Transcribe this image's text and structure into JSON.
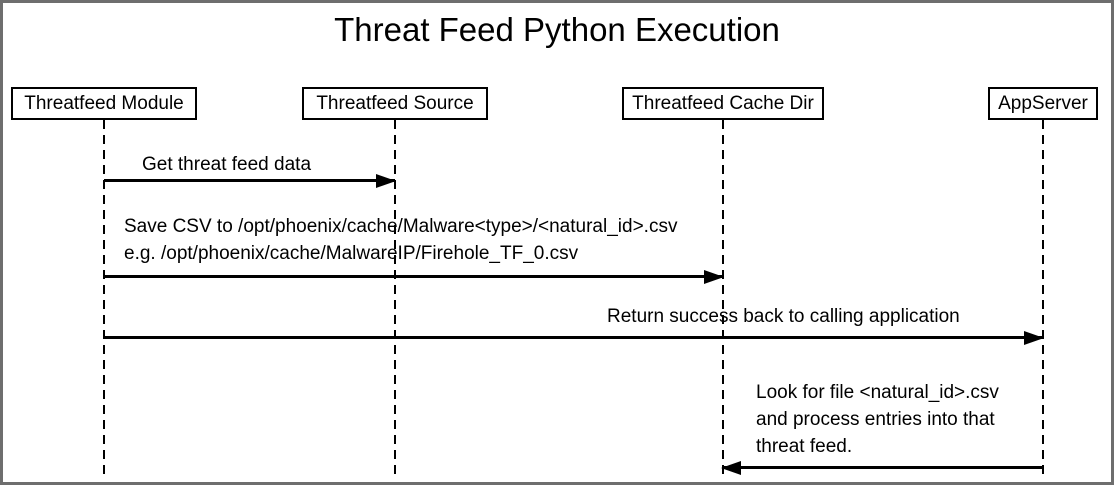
{
  "title": "Threat Feed Python Execution",
  "colors": {
    "frame_border": "#6e6e6e",
    "ink": "#000000",
    "background": "#ffffff"
  },
  "actors": [
    {
      "label": "Threatfeed Module"
    },
    {
      "label": "Threatfeed Source"
    },
    {
      "label": "Threatfeed Cache Dir"
    },
    {
      "label": "AppServer"
    }
  ],
  "messages": [
    {
      "from": "Threatfeed Module",
      "to": "Threatfeed Source",
      "direction": "right",
      "lines": [
        "Get threat feed data"
      ]
    },
    {
      "from": "Threatfeed Module",
      "to": "Threatfeed Cache Dir",
      "direction": "right",
      "lines": [
        "Save CSV to /opt/phoenix/cache/Malware<type>/<natural_id>.csv",
        "e.g. /opt/phoenix/cache/MalwareIP/Firehole_TF_0.csv"
      ]
    },
    {
      "from": "Threatfeed Module",
      "to": "AppServer",
      "direction": "right",
      "lines": [
        "Return success back to calling application"
      ]
    },
    {
      "from": "AppServer",
      "to": "Threatfeed Cache Dir",
      "direction": "left",
      "lines": [
        "Look for file <natural_id>.csv",
        "and process entries into that",
        "threat feed."
      ]
    }
  ]
}
